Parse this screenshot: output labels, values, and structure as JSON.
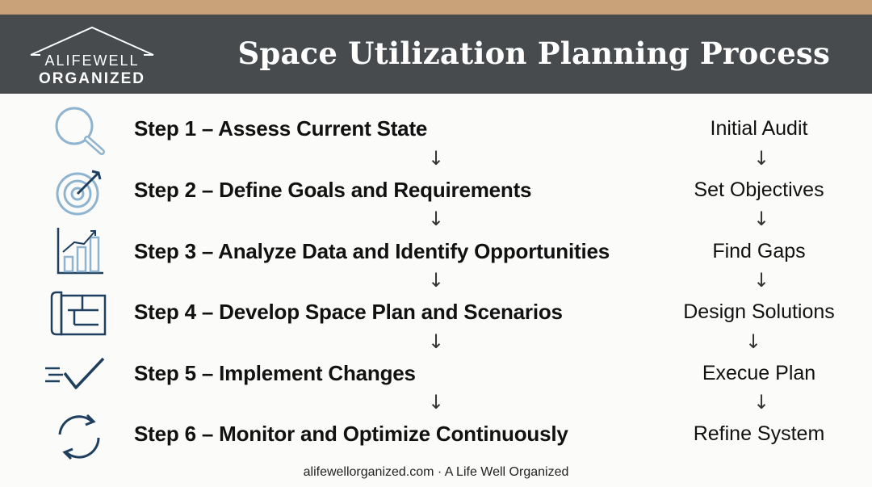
{
  "brand": {
    "logo_line1": "ALIFEWELL",
    "logo_line2": "ORGANIZED"
  },
  "header": {
    "title": "Space Utilization Planning Process"
  },
  "steps": [
    {
      "label": "Step 1 – Assess Current State",
      "side": "Initial Audit",
      "icon": "magnifying-glass-icon"
    },
    {
      "label": "Step 2 – Define Goals and Requirements",
      "side": "Set Objectives",
      "icon": "target-icon"
    },
    {
      "label": "Step 3 – Analyze Data and Identify Opportunities",
      "side": "Find Gaps",
      "icon": "bar-chart-icon"
    },
    {
      "label": "Step 4 – Develop Space Plan and Scenarios",
      "side": "Design Solutions",
      "icon": "floor-plan-icon"
    },
    {
      "label": "Step 5 – Implement Changes",
      "side": "Execue Plan",
      "icon": "checkmark-icon"
    },
    {
      "label": "Step 6 – Monitor and Optimize Continuously",
      "side": "Refine System",
      "icon": "refresh-icon"
    }
  ],
  "arrow_glyph": "↓",
  "footer": {
    "text": "alifewellorganized.com · A Life Well Organized"
  },
  "colors": {
    "header_bg": "#474b4d",
    "accent_stripe": "#c9a27a",
    "icon_light_blue": "#8fb4cf",
    "icon_dark_blue": "#1f3f5e"
  }
}
